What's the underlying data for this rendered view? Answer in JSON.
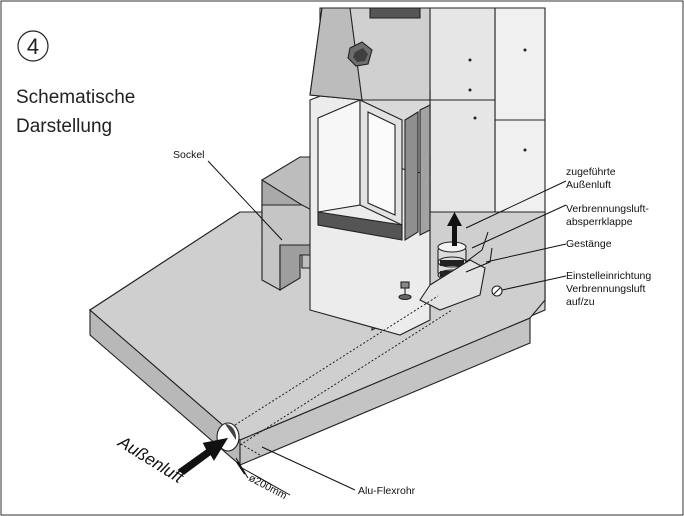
{
  "step_number": "4",
  "title": {
    "line1": "Schematische",
    "line2": "Darstellung"
  },
  "labels": {
    "sockel": "Sockel",
    "fresh_air_1": "zugeführte",
    "fresh_air_2": "Außenluft",
    "damper_1": "Verbrennungsluft-",
    "damper_2": "absperrklappe",
    "linkage": "Gestänge",
    "adjuster_1": "Einstelleinrichtung",
    "adjuster_2": "Verbrennungsluft",
    "adjuster_3": "auf/zu",
    "flex_pipe": "Alu-Flexrohr",
    "diameter_value": "ø200",
    "diameter_unit": "mm",
    "outside_air": "Außenluft"
  },
  "colors": {
    "surface_top": "#cfcfcf",
    "surface_side": "#b6b6b6",
    "wall_light": "#e6e6e6",
    "stove_light": "#f2f2f2",
    "stove_mid": "#d8d8d8",
    "stove_dark": "#9a9a9a",
    "outline": "#222222"
  }
}
